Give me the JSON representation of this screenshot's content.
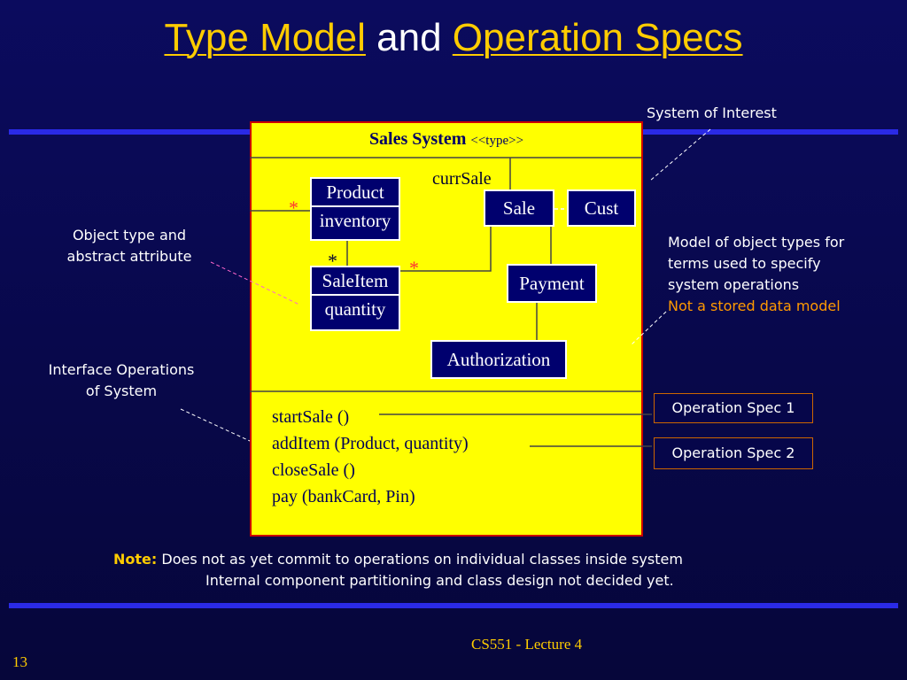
{
  "slide": {
    "title": {
      "part1": "Type Model",
      "part2": " and ",
      "part3": "Operation Specs"
    },
    "annotations": {
      "system_of_interest": "System of Interest",
      "object_type_line1": "Object type and",
      "object_type_line2": "abstract attribute",
      "interface_ops_line1": "Interface Operations",
      "interface_ops_line2": "of System",
      "model_line1": "Model of object types for",
      "model_line2": "terms used to specify",
      "model_line3": "system operations",
      "model_line4": "Not a stored data model"
    },
    "system": {
      "name": "Sales System",
      "stereotype": "<<type>>",
      "curr_sale_label": "currSale",
      "multiplicity_product": "*",
      "multiplicity_saleitem": "*",
      "multiplicity_sale": "*",
      "classes": {
        "product": {
          "name": "Product",
          "attribute": "inventory"
        },
        "saleitem": {
          "name": "SaleItem",
          "attribute": "quantity"
        },
        "sale": {
          "name": "Sale"
        },
        "cust": {
          "name": "Cust"
        },
        "payment": {
          "name": "Payment"
        },
        "authorization": {
          "name": "Authorization"
        }
      },
      "operations": [
        "startSale ()",
        "addItem (Product, quantity)",
        "closeSale ()",
        "pay (bankCard, Pin)"
      ]
    },
    "specs": [
      "Operation Spec 1",
      "Operation Spec 2"
    ],
    "note": {
      "label": "Note:",
      "line1": "Does not as yet commit to operations on individual classes inside system",
      "line2": "Internal component partitioning and class design not decided yet."
    },
    "footer": {
      "course": "CS551 - Lecture 4",
      "page": "13"
    },
    "colors": {
      "background": "#0b0b5e",
      "accent": "#ffcc00",
      "system_box": "#ffff00",
      "class_box": "#00006e",
      "emphasis": "#ff9900"
    }
  }
}
